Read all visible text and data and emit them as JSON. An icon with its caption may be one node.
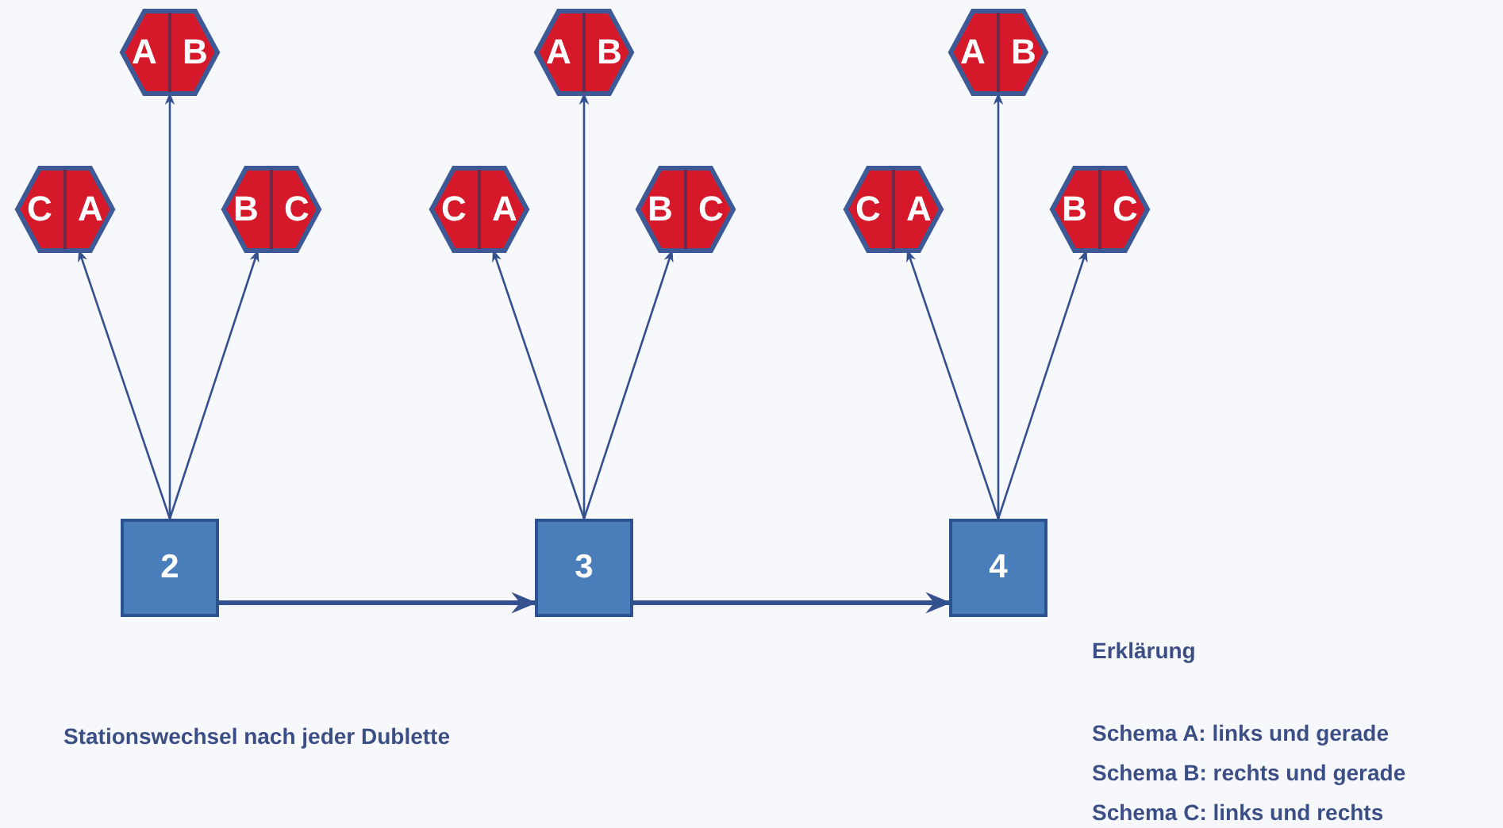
{
  "diagram": {
    "nodes": [
      {
        "text": [
          "A",
          "B"
        ]
      },
      {
        "text": [
          "C",
          "A"
        ]
      },
      {
        "text": [
          "B",
          "C"
        ]
      },
      {
        "text": [
          "2"
        ]
      },
      {
        "text": [
          "A",
          "B"
        ]
      },
      {
        "text": [
          "C",
          "A"
        ]
      },
      {
        "text": [
          "B",
          "C"
        ]
      },
      {
        "text": [
          "3"
        ]
      },
      {
        "text": [
          "A",
          "B"
        ]
      },
      {
        "text": [
          "C",
          "A"
        ]
      },
      {
        "text": [
          "B",
          "C"
        ]
      },
      {
        "text": [
          "4"
        ]
      }
    ],
    "edges": [
      {
        "from": 3,
        "to": 0,
        "arrow": "to"
      },
      {
        "from": 3,
        "to": 1,
        "arrow": "to"
      },
      {
        "from": 3,
        "to": 2,
        "arrow": "to"
      },
      {
        "from": 7,
        "to": 4,
        "arrow": "to"
      },
      {
        "from": 7,
        "to": 5,
        "arrow": "to"
      },
      {
        "from": 7,
        "to": 6,
        "arrow": "to"
      },
      {
        "from": 11,
        "to": 8,
        "arrow": "to"
      },
      {
        "from": 11,
        "to": 9,
        "arrow": "to"
      },
      {
        "from": 11,
        "to": 10,
        "arrow": "to"
      },
      {
        "from": 3,
        "to": 7,
        "arrow": "to",
        "style": "thick"
      },
      {
        "from": 7,
        "to": 11,
        "arrow": "to",
        "style": "thick"
      }
    ],
    "labels": [
      "Erklärung",
      "Stationswechsel nach jeder Dublette",
      "Schema A: links und gerade",
      "Schema B: rechts und gerade",
      "Schema C: links und rechts"
    ]
  }
}
